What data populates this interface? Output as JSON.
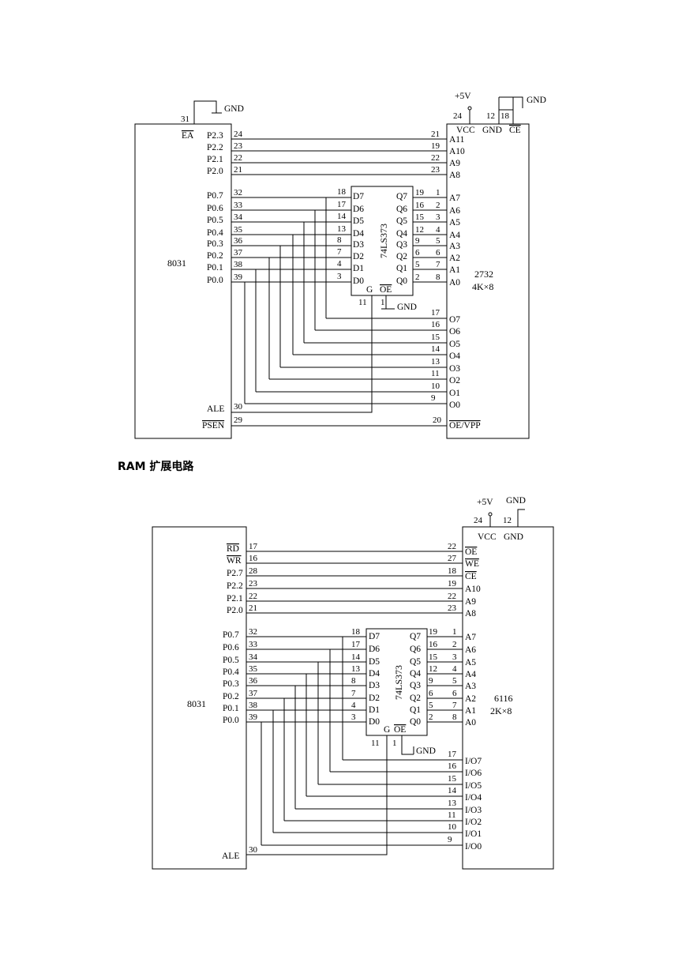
{
  "rom": {
    "cpu_name": "8031",
    "latch_name": "74LS373",
    "mem_name": "2732",
    "mem_size": "4K×8",
    "vcc_label": "+5V",
    "gnd_label": "GND",
    "ea": {
      "label": "EA",
      "pin": "31"
    },
    "top_pins": {
      "vcc": "24",
      "gnd": "12",
      "ce": "18"
    },
    "mem_top_labels": {
      "vcc": "VCC",
      "gnd": "GND",
      "ce": "CE"
    },
    "addr_high": [
      {
        "cpu": "P2.3",
        "cpu_pin": "24",
        "mem": "A11",
        "mem_pin": "21"
      },
      {
        "cpu": "P2.2",
        "cpu_pin": "23",
        "mem": "A10",
        "mem_pin": "19"
      },
      {
        "cpu": "P2.1",
        "cpu_pin": "22",
        "mem": "A9",
        "mem_pin": "22"
      },
      {
        "cpu": "P2.0",
        "cpu_pin": "21",
        "mem": "A8",
        "mem_pin": "23"
      }
    ],
    "p0": [
      {
        "cpu": "P0.7",
        "cpu_pin": "32",
        "d": "D7",
        "d_pin": "18",
        "q": "Q7",
        "q_pin": "19",
        "mem": "A7",
        "mem_pin": "1"
      },
      {
        "cpu": "P0.6",
        "cpu_pin": "33",
        "d": "D6",
        "d_pin": "17",
        "q": "Q6",
        "q_pin": "16",
        "mem": "A6",
        "mem_pin": "2"
      },
      {
        "cpu": "P0.5",
        "cpu_pin": "34",
        "d": "D5",
        "d_pin": "14",
        "q": "Q5",
        "q_pin": "15",
        "mem": "A5",
        "mem_pin": "3"
      },
      {
        "cpu": "P0.4",
        "cpu_pin": "35",
        "d": "D4",
        "d_pin": "13",
        "q": "Q4",
        "q_pin": "12",
        "mem": "A4",
        "mem_pin": "4"
      },
      {
        "cpu": "P0.3",
        "cpu_pin": "36",
        "d": "D3",
        "d_pin": "8",
        "q": "Q3",
        "q_pin": "9",
        "mem": "A3",
        "mem_pin": "5"
      },
      {
        "cpu": "P0.2",
        "cpu_pin": "37",
        "d": "D2",
        "d_pin": "7",
        "q": "Q2",
        "q_pin": "6",
        "mem": "A2",
        "mem_pin": "6"
      },
      {
        "cpu": "P0.1",
        "cpu_pin": "38",
        "d": "D1",
        "d_pin": "4",
        "q": "Q1",
        "q_pin": "5",
        "mem": "A1",
        "mem_pin": "7"
      },
      {
        "cpu": "P0.0",
        "cpu_pin": "39",
        "d": "D0",
        "d_pin": "3",
        "q": "Q0",
        "q_pin": "2",
        "mem": "A0",
        "mem_pin": "8"
      }
    ],
    "data": [
      {
        "label": "O7",
        "pin": "17"
      },
      {
        "label": "O6",
        "pin": "16"
      },
      {
        "label": "O5",
        "pin": "15"
      },
      {
        "label": "O4",
        "pin": "14"
      },
      {
        "label": "O3",
        "pin": "13"
      },
      {
        "label": "O2",
        "pin": "11"
      },
      {
        "label": "O1",
        "pin": "10"
      },
      {
        "label": "O0",
        "pin": "9"
      }
    ],
    "latch_g": {
      "label": "G",
      "pin": "11"
    },
    "latch_oe": {
      "label": "OE",
      "pin": "1"
    },
    "ale": {
      "label": "ALE",
      "pin": "30"
    },
    "psen": {
      "label": "PSEN",
      "pin": "29",
      "mem": "OE/VPP",
      "mem_pin": "20"
    }
  },
  "section_title": "RAM 扩展电路",
  "ram": {
    "cpu_name": "8031",
    "latch_name": "74LS373",
    "mem_name": "6116",
    "mem_size": "2K×8",
    "vcc_label": "+5V",
    "gnd_label": "GND",
    "top_pins": {
      "vcc": "24",
      "gnd": "12"
    },
    "mem_top_labels": {
      "vcc": "VCC",
      "gnd": "GND"
    },
    "ctrl": [
      {
        "cpu": "RD",
        "cpu_pin": "17",
        "mem": "OE",
        "mem_pin": "22"
      },
      {
        "cpu": "WR",
        "cpu_pin": "16",
        "mem": "WE",
        "mem_pin": "27"
      },
      {
        "cpu": "P2.7",
        "cpu_pin": "28",
        "mem": "CE",
        "mem_pin": "18"
      },
      {
        "cpu": "P2.2",
        "cpu_pin": "23",
        "mem": "A10",
        "mem_pin": "19"
      },
      {
        "cpu": "P2.1",
        "cpu_pin": "22",
        "mem": "A9",
        "mem_pin": "22"
      },
      {
        "cpu": "P2.0",
        "cpu_pin": "21",
        "mem": "A8",
        "mem_pin": "23"
      }
    ],
    "p0": [
      {
        "cpu": "P0.7",
        "cpu_pin": "32",
        "d": "D7",
        "d_pin": "18",
        "q": "Q7",
        "q_pin": "19",
        "mem": "A7",
        "mem_pin": "1"
      },
      {
        "cpu": "P0.6",
        "cpu_pin": "33",
        "d": "D6",
        "d_pin": "17",
        "q": "Q6",
        "q_pin": "16",
        "mem": "A6",
        "mem_pin": "2"
      },
      {
        "cpu": "P0.5",
        "cpu_pin": "34",
        "d": "D5",
        "d_pin": "14",
        "q": "Q5",
        "q_pin": "15",
        "mem": "A5",
        "mem_pin": "3"
      },
      {
        "cpu": "P0.4",
        "cpu_pin": "35",
        "d": "D4",
        "d_pin": "13",
        "q": "Q4",
        "q_pin": "12",
        "mem": "A4",
        "mem_pin": "4"
      },
      {
        "cpu": "P0.3",
        "cpu_pin": "36",
        "d": "D3",
        "d_pin": "8",
        "q": "Q3",
        "q_pin": "9",
        "mem": "A3",
        "mem_pin": "5"
      },
      {
        "cpu": "P0.2",
        "cpu_pin": "37",
        "d": "D2",
        "d_pin": "7",
        "q": "Q2",
        "q_pin": "6",
        "mem": "A2",
        "mem_pin": "6"
      },
      {
        "cpu": "P0.1",
        "cpu_pin": "38",
        "d": "D1",
        "d_pin": "4",
        "q": "Q1",
        "q_pin": "5",
        "mem": "A1",
        "mem_pin": "7"
      },
      {
        "cpu": "P0.0",
        "cpu_pin": "39",
        "d": "D0",
        "d_pin": "3",
        "q": "Q0",
        "q_pin": "2",
        "mem": "A0",
        "mem_pin": "8"
      }
    ],
    "data": [
      {
        "label": "I/O7",
        "pin": "17"
      },
      {
        "label": "I/O6",
        "pin": "16"
      },
      {
        "label": "I/O5",
        "pin": "15"
      },
      {
        "label": "I/O4",
        "pin": "14"
      },
      {
        "label": "I/O3",
        "pin": "13"
      },
      {
        "label": "I/O2",
        "pin": "11"
      },
      {
        "label": "I/O1",
        "pin": "10"
      },
      {
        "label": "I/O0",
        "pin": "9"
      }
    ],
    "latch_g": {
      "label": "G",
      "pin": "11"
    },
    "latch_oe": {
      "label": "OE",
      "pin": "1"
    },
    "ale": {
      "label": "ALE",
      "pin": "30"
    }
  }
}
